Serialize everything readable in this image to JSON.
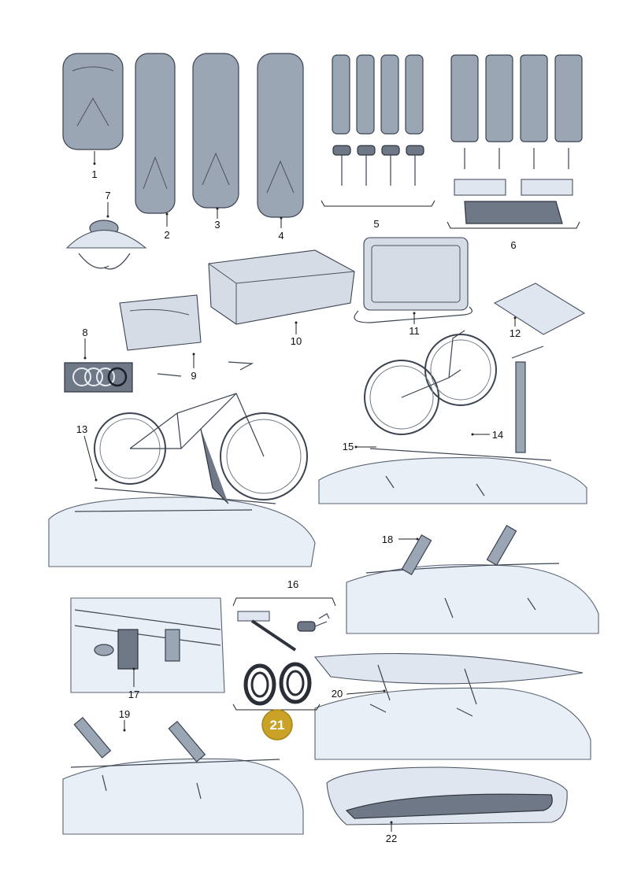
{
  "diagram": {
    "callouts": [
      {
        "id": "c1",
        "label": "1"
      },
      {
        "id": "c2",
        "label": "2"
      },
      {
        "id": "c3",
        "label": "3"
      },
      {
        "id": "c4",
        "label": "4"
      },
      {
        "id": "c5",
        "label": "5"
      },
      {
        "id": "c6",
        "label": "6"
      },
      {
        "id": "c7",
        "label": "7"
      },
      {
        "id": "c8",
        "label": "8"
      },
      {
        "id": "c9",
        "label": "9"
      },
      {
        "id": "c10",
        "label": "10"
      },
      {
        "id": "c11",
        "label": "11"
      },
      {
        "id": "c12",
        "label": "12"
      },
      {
        "id": "c13",
        "label": "13"
      },
      {
        "id": "c14",
        "label": "14"
      },
      {
        "id": "c15",
        "label": "15"
      },
      {
        "id": "c16",
        "label": "16"
      },
      {
        "id": "c17",
        "label": "17"
      },
      {
        "id": "c18",
        "label": "18"
      },
      {
        "id": "c19",
        "label": "19"
      },
      {
        "id": "c20",
        "label": "20"
      },
      {
        "id": "c22",
        "label": "22"
      }
    ],
    "highlighted": {
      "label": "21",
      "color": "#c9a227"
    },
    "colors": {
      "part": "#9ba6b4",
      "part_dark": "#6e7886",
      "car_body": "#e9eff6",
      "bag": "#d5dce6"
    }
  }
}
